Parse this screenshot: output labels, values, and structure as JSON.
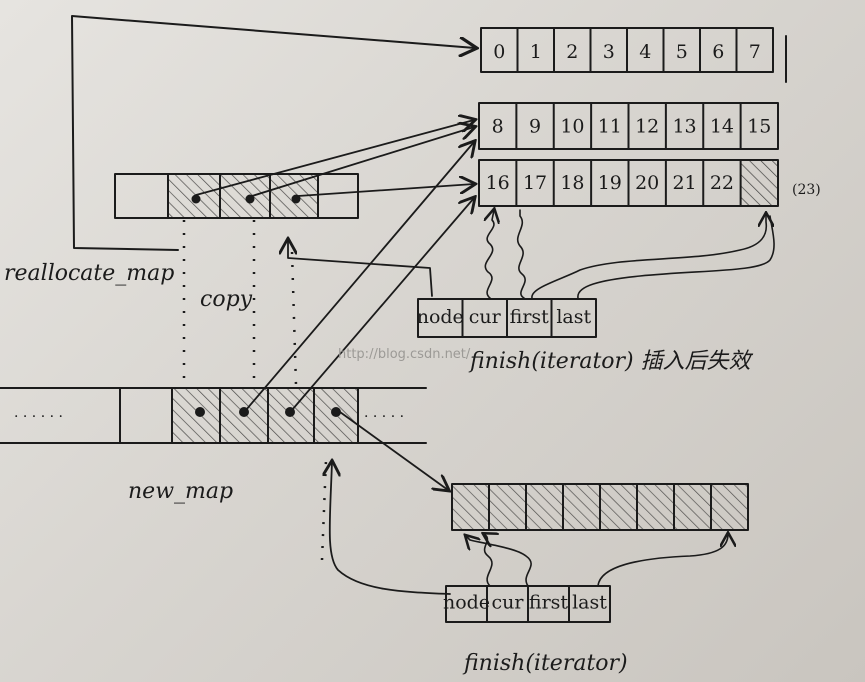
{
  "buffers": {
    "top": {
      "cells": [
        "0",
        "1",
        "2",
        "3",
        "4",
        "5",
        "6",
        "7"
      ]
    },
    "middle": {
      "cells": [
        "8",
        "9",
        "10",
        "11",
        "12",
        "13",
        "14",
        "15"
      ]
    },
    "lower": {
      "cells": [
        "16",
        "17",
        "18",
        "19",
        "20",
        "21",
        "22",
        ""
      ],
      "trailing_note": "(23)"
    }
  },
  "labels": {
    "reallocate_map": "reallocate_map",
    "copy": "copy",
    "new_map": "new_map",
    "new_map_dots_left": "· · · · · ·",
    "new_map_dots_right": "· · · · ·",
    "finish_upper": "finish(iterator) 插入后失效",
    "finish_lower": "finish(iterator)",
    "watermark": "http://blog.csdn.net/"
  },
  "iterator_upper": {
    "fields": [
      "node",
      "cur",
      "first",
      "last"
    ]
  },
  "iterator_lower": {
    "fields": [
      "node",
      "cur",
      "first",
      "last"
    ]
  },
  "colors": {
    "ink": "#1b1b1b",
    "paper": "#dedbd6"
  }
}
